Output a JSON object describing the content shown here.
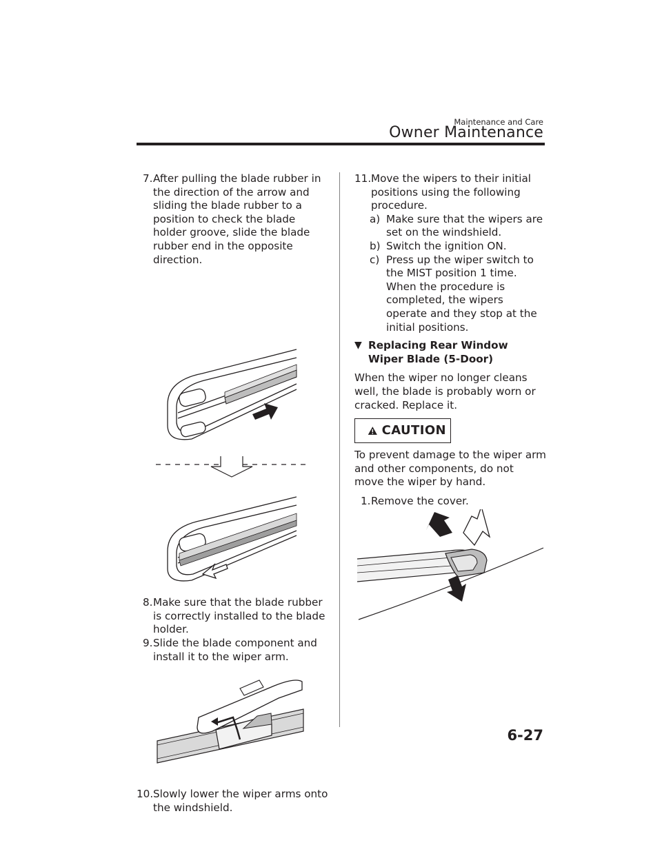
{
  "header": {
    "section": "Maintenance and Care",
    "title": "Owner Maintenance"
  },
  "left": {
    "step7": {
      "num": "7.",
      "text": "After pulling the blade rubber in the direction of the arrow and sliding the blade rubber to a position to check the blade holder groove, slide the blade rubber end in the opposite direction."
    },
    "step8": {
      "num": "8.",
      "text": "Make sure that the blade rubber is correctly installed to the blade holder."
    },
    "step9": {
      "num": "9.",
      "text": "Slide the blade component and install it to the wiper arm."
    },
    "step10": {
      "num": "10.",
      "text": "Slowly lower the wiper arms onto the windshield."
    }
  },
  "right": {
    "step11": {
      "num": "11.",
      "text": "Move the wipers to their initial positions using the following procedure.",
      "substeps": [
        {
          "num": "a)",
          "text": "Make sure that the wipers are set on the windshield."
        },
        {
          "num": "b)",
          "text": "Switch the ignition ON."
        },
        {
          "num": "c)",
          "text": "Press up the wiper switch to the MIST position 1 time."
        }
      ],
      "note": "When the procedure is completed, the wipers operate and they stop at the initial positions."
    },
    "section": {
      "marker": "▼",
      "title": "Replacing Rear Window Wiper Blade (5-Door)"
    },
    "intro": "When the wiper no longer cleans well, the blade is probably worn or cracked. Replace it.",
    "caution": {
      "label": "CAUTION",
      "text": "To prevent damage to the wiper arm and other components, do not move the wiper by hand."
    },
    "step1": {
      "num": "1.",
      "text": "Remove the cover."
    }
  },
  "page_number": "6-27"
}
